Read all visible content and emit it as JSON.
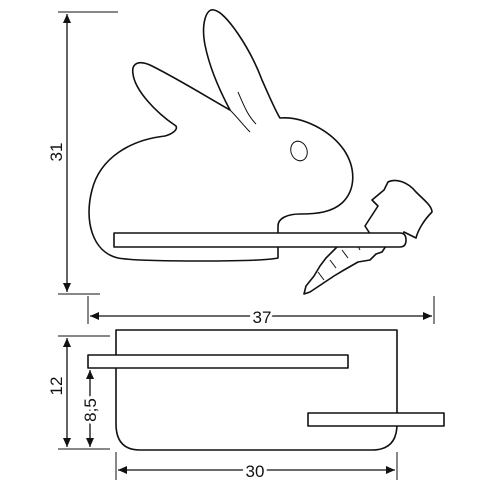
{
  "dimensions": {
    "height_total": "31",
    "width_total": "37",
    "side_height": "12",
    "side_inner_height": "8,5",
    "side_width": "30"
  },
  "colors": {
    "line": "#111111",
    "background": "#ffffff"
  }
}
